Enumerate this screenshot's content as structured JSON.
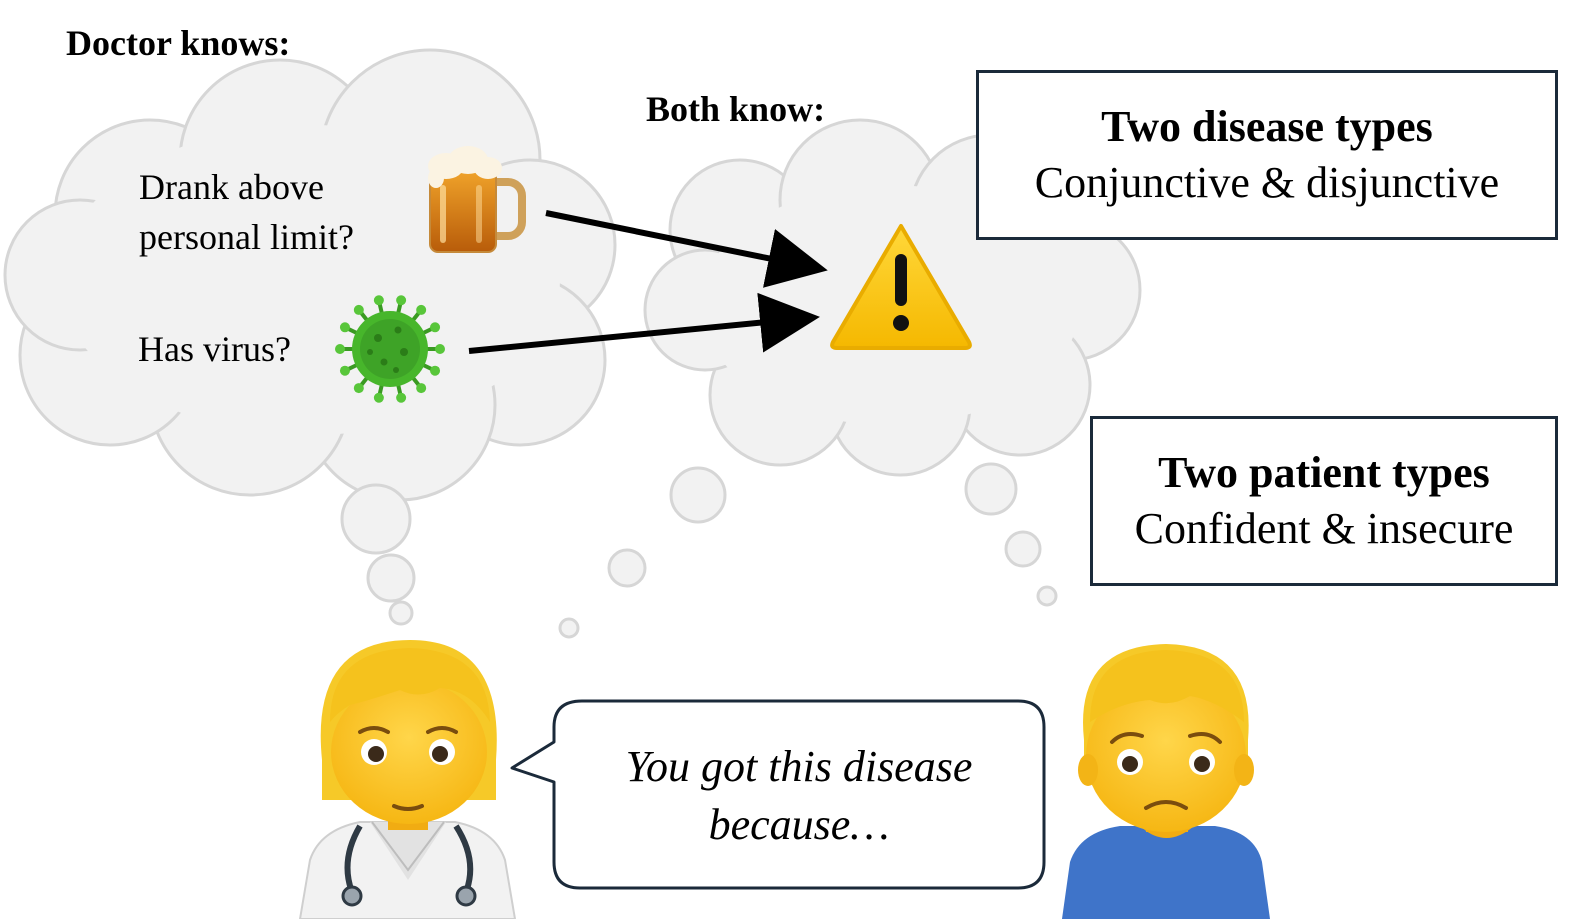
{
  "doctor_knows_label": "Doctor knows:",
  "both_know_label": "Both know:",
  "doctor_items": {
    "alcohol_line1": "Drank above",
    "alcohol_line2": "personal limit?",
    "virus": "Has virus?"
  },
  "disease_box": {
    "title": "Two disease types",
    "subtitle": "Conjunctive & disjunctive"
  },
  "patient_box": {
    "title": "Two patient types",
    "subtitle": "Confident & insecure"
  },
  "speech": {
    "line1": "You got this disease",
    "line2": "because…"
  },
  "icons": [
    "beer-mug-icon",
    "virus-icon",
    "warning-icon",
    "doctor-icon",
    "patient-icon"
  ],
  "colors": {
    "cloud_fill": "#f2f2f2",
    "cloud_stroke": "#d6d6d6",
    "warning": "#f7c600",
    "box_border": "#1b2a3a"
  }
}
